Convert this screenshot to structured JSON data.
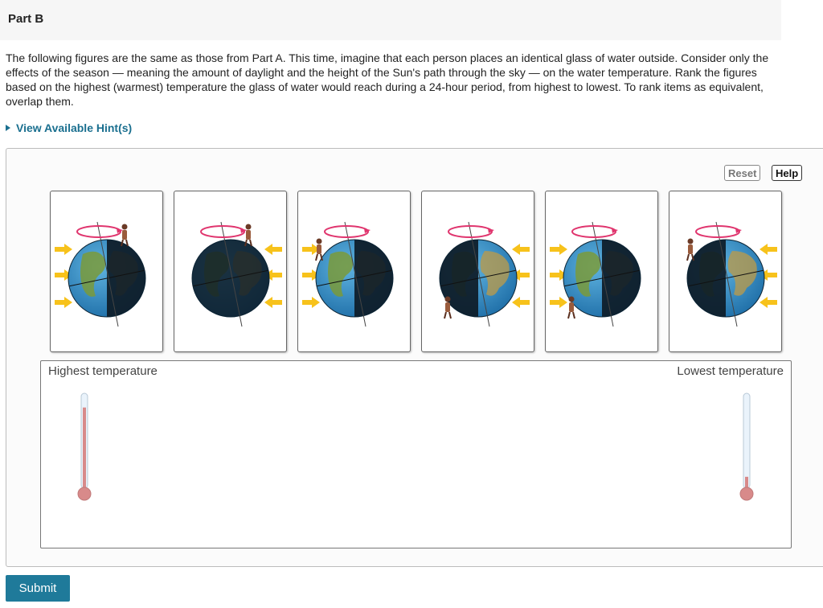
{
  "part": {
    "title": "Part B"
  },
  "prompt": {
    "text": "The following figures are the same as those from Part A. This time, imagine that each person places an identical glass of water outside. Consider only the effects of the season — meaning the amount of daylight and the height of the Sun's path through the sky — on the water temperature. Rank the figures based on the highest (warmest) temperature the glass of water would reach during a 24-hour period, from highest to lowest. To rank items as equivalent, overlap them."
  },
  "hint": {
    "label": "View Available Hint(s)",
    "icon": "triangle-right-icon"
  },
  "toolbar": {
    "reset_label": "Reset",
    "help_label": "Help"
  },
  "figures": [
    {
      "sun_side": "left",
      "day_side": "left",
      "person": "top",
      "tilt": -18
    },
    {
      "sun_side": "right",
      "day_side": "none",
      "person": "top",
      "tilt": -18
    },
    {
      "sun_side": "left",
      "day_side": "left",
      "person": "left",
      "tilt": -18
    },
    {
      "sun_side": "right",
      "day_side": "right",
      "person": "bottom",
      "tilt": -18
    },
    {
      "sun_side": "left",
      "day_side": "left",
      "person": "bottom",
      "tilt": -18
    },
    {
      "sun_side": "right",
      "day_side": "right",
      "person": "left",
      "tilt": -18
    }
  ],
  "ranking": {
    "high_label": "Highest temperature",
    "low_label": "Lowest temperature",
    "high_level": 0.85,
    "low_level": 0.12
  },
  "submit": {
    "label": "Submit"
  },
  "colors": {
    "accent": "#1f7a9a",
    "link": "#1a6f8f",
    "sun_arrow": "#f7c21b",
    "rotation_ring": "#e0356e",
    "ocean": "#1f6fa8",
    "night": "#0e1b26",
    "land": "#7a9a3a",
    "thermo_fill": "#d88a8a"
  }
}
